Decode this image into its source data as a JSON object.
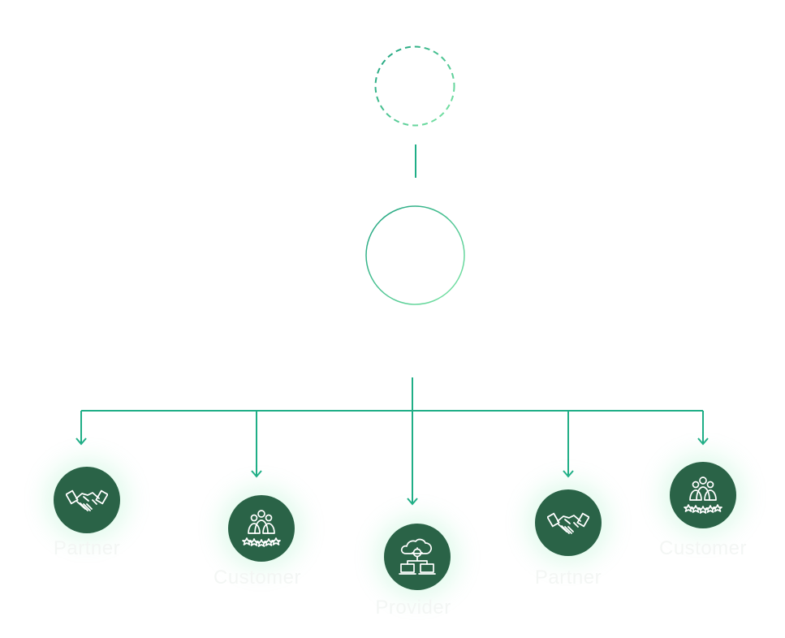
{
  "colors": {
    "line": "#1fae86",
    "node_fill": "#2a6347",
    "label_text": "#f3f6f4",
    "circle_gradient_start": "#1aa07e",
    "circle_gradient_end": "#7ee7a6"
  },
  "nodes": [
    {
      "id": "partner-1",
      "label": "Partner",
      "icon": "handshake-icon"
    },
    {
      "id": "customer-1",
      "label": "Customer",
      "icon": "customer-group-icon"
    },
    {
      "id": "provider",
      "label": "Provider",
      "icon": "cloud-network-icon"
    },
    {
      "id": "partner-2",
      "label": "Partner",
      "icon": "handshake-icon"
    },
    {
      "id": "customer-2",
      "label": "Customer",
      "icon": "customer-group-icon"
    }
  ]
}
